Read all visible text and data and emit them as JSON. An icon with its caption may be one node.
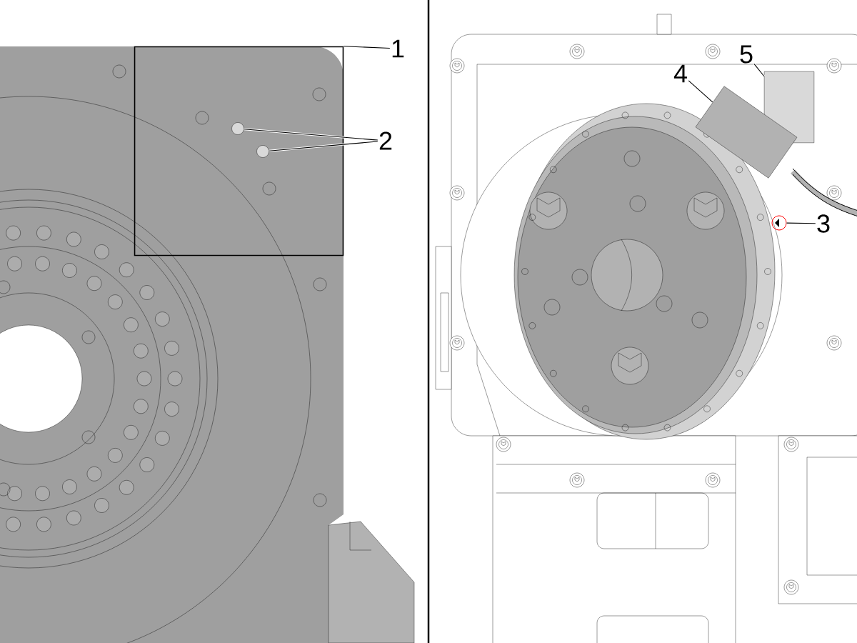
{
  "diagram": {
    "nodes": [
      {
        "text": [
          "1"
        ]
      },
      {
        "text": [],
        "shape": "box"
      },
      {
        "text": [
          "2"
        ]
      },
      {
        "text": [],
        "shape": "circle",
        "in": 1
      },
      {
        "text": [],
        "shape": "circle",
        "in": 1
      },
      {
        "text": [
          "3"
        ]
      },
      {
        "text": [],
        "shape": "circle"
      },
      {
        "text": [
          "4"
        ]
      },
      {
        "text": [],
        "shape": "box"
      },
      {
        "text": [
          "5"
        ]
      },
      {
        "text": [],
        "shape": "box"
      }
    ],
    "edges": [
      {
        "from": 0,
        "to": 1,
        "arrow": "none"
      },
      {
        "from": 2,
        "to": 3,
        "arrow": "none"
      },
      {
        "from": 2,
        "to": 4,
        "arrow": "none"
      },
      {
        "from": 5,
        "to": 6,
        "arrow": "none"
      },
      {
        "from": 7,
        "to": 8,
        "arrow": "none"
      },
      {
        "from": 9,
        "to": 10,
        "arrow": "none"
      }
    ]
  }
}
